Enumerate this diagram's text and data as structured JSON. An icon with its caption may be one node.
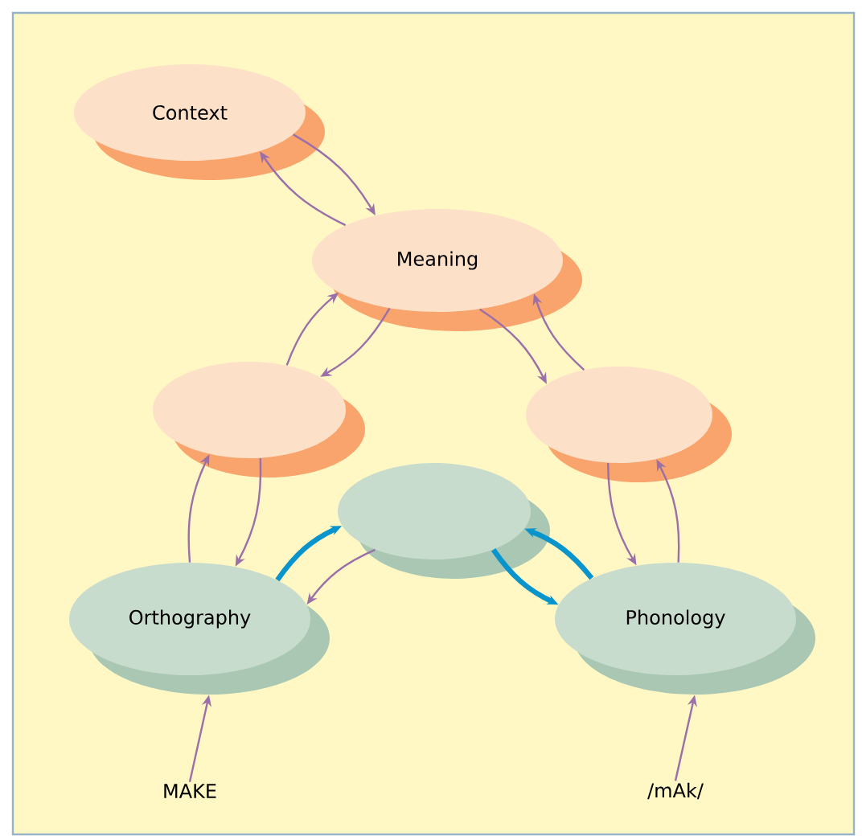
{
  "diagram": {
    "nodes": [
      {
        "text": [
          "Context"
        ]
      },
      {
        "text": [
          "Meaning"
        ]
      },
      {
        "text": [],
        "shape": "ellipse"
      },
      {
        "text": [],
        "shape": "ellipse"
      },
      {
        "text": [],
        "shape": "ellipse"
      },
      {
        "text": [
          "Orthography"
        ]
      },
      {
        "text": [
          "Phonology"
        ]
      },
      {
        "text": [
          "MAKE"
        ]
      },
      {
        "text": [
          "/mAk/"
        ]
      }
    ],
    "edges": [
      {
        "from": 1,
        "to": 0,
        "arrow": "to"
      },
      {
        "from": 0,
        "to": 1,
        "arrow": "to"
      },
      {
        "from": 2,
        "to": 1,
        "arrow": "to"
      },
      {
        "from": 1,
        "to": 2,
        "arrow": "to"
      },
      {
        "from": 1,
        "to": 3,
        "arrow": "to"
      },
      {
        "from": 3,
        "to": 1,
        "arrow": "to"
      },
      {
        "from": 5,
        "to": 2,
        "arrow": "to"
      },
      {
        "from": 2,
        "to": 5,
        "arrow": "to"
      },
      {
        "from": 3,
        "to": 6,
        "arrow": "to"
      },
      {
        "from": 6,
        "to": 3,
        "arrow": "to"
      },
      {
        "from": 5,
        "to": 4,
        "arrow": "to",
        "style": "thick",
        "color": "#0a94cc"
      },
      {
        "from": 4,
        "to": 5,
        "arrow": "to"
      },
      {
        "from": 4,
        "to": 6,
        "arrow": "to",
        "style": "thick",
        "color": "#0a94cc"
      },
      {
        "from": 6,
        "to": 4,
        "arrow": "to",
        "style": "thick",
        "color": "#0a94cc"
      },
      {
        "from": 7,
        "to": 5,
        "arrow": "to"
      },
      {
        "from": 8,
        "to": 6,
        "arrow": "to"
      }
    ]
  }
}
